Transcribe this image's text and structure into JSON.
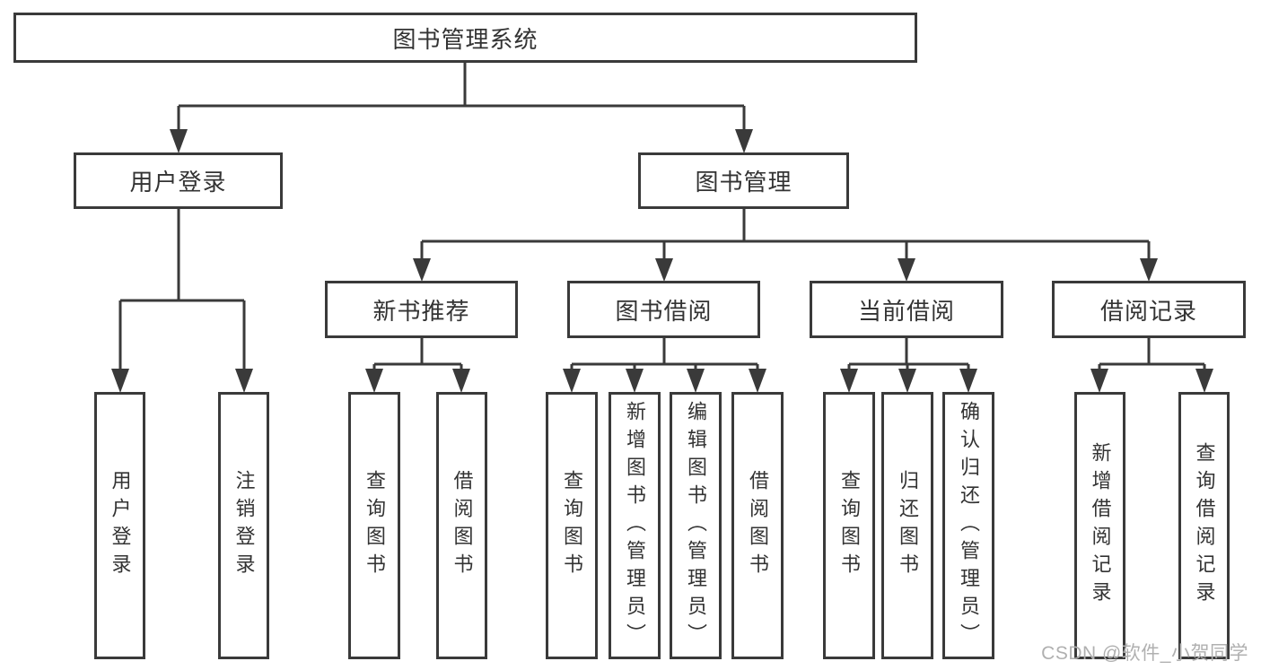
{
  "diagram": {
    "type": "hierarchy-tree",
    "tree": {
      "root": {
        "label": "图书管理系统"
      },
      "children": [
        {
          "label": "用户登录",
          "children": [
            {
              "label": "用户登录"
            },
            {
              "label": "注销登录"
            }
          ]
        },
        {
          "label": "图书管理",
          "children": [
            {
              "label": "新书推荐",
              "children": [
                {
                  "label": "查询图书"
                },
                {
                  "label": "借阅图书"
                }
              ]
            },
            {
              "label": "图书借阅",
              "children": [
                {
                  "label": "查询图书"
                },
                {
                  "label": "新增图书（管理员）"
                },
                {
                  "label": "编辑图书（管理员）"
                },
                {
                  "label": "借阅图书"
                }
              ]
            },
            {
              "label": "当前借阅",
              "children": [
                {
                  "label": "查询图书"
                },
                {
                  "label": "归还图书"
                },
                {
                  "label": "确认归还（管理员）"
                }
              ]
            },
            {
              "label": "借阅记录",
              "children": [
                {
                  "label": "新增借阅记录"
                },
                {
                  "label": "查询借阅记录"
                }
              ]
            }
          ]
        }
      ]
    },
    "colors": {
      "line": "#3a3a3a",
      "border": "#3a3a3a",
      "text": "#333333",
      "background": "#ffffff",
      "watermark": "#b0b0b0"
    }
  },
  "watermark": {
    "text": "CSDN @软件_小贺同学"
  }
}
